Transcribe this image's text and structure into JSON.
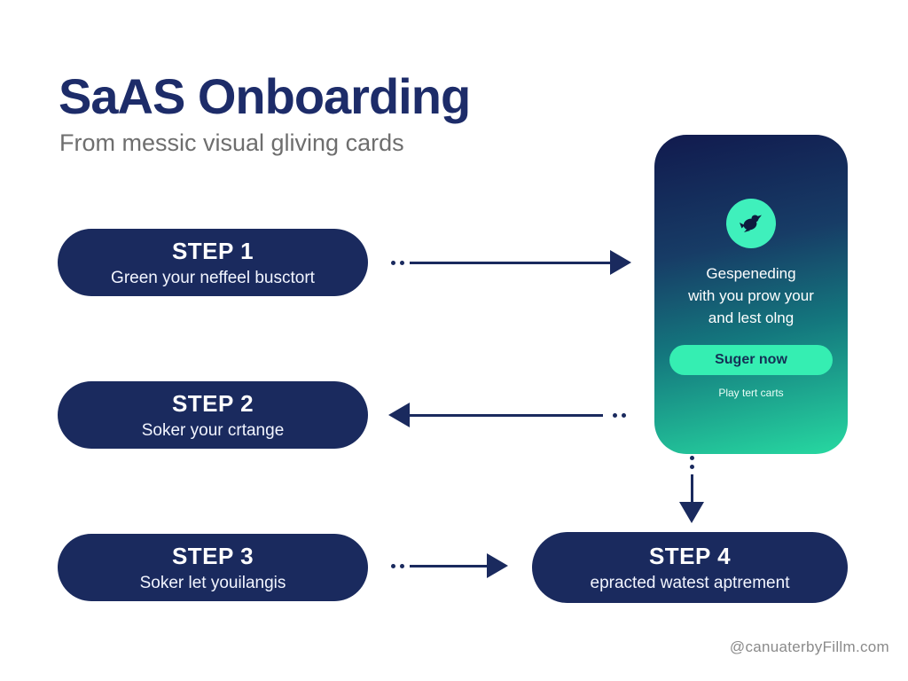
{
  "header": {
    "title": "SaAS Onboarding",
    "subtitle": "From messic visual gliving cards"
  },
  "steps": [
    {
      "label": "STEP 1",
      "description": "Green your neffeel busctort"
    },
    {
      "label": "STEP 2",
      "description": "Soker your crtange"
    },
    {
      "label": "STEP 3",
      "description": "Soker let youilangis"
    },
    {
      "label": "STEP 4",
      "description": "epracted watest aptrement"
    }
  ],
  "phone_card": {
    "icon": "bird-icon",
    "text_lines": {
      "0": "Gespeneding",
      "1": "with you prow your",
      "2": "and lest olng"
    },
    "button_label": "Suger now",
    "caption": "Play tert carts"
  },
  "footer": {
    "watermark": "@canuaterbyFillm.com"
  },
  "colors": {
    "navy": "#1a2a5e",
    "title_navy": "#1d2c69",
    "mint": "#3ff0bc",
    "button_mint": "#35eeb2",
    "card_gradient_top": "#111a4e",
    "card_gradient_bottom": "#27d9a1",
    "subtitle_gray": "#6e6e6e",
    "watermark_gray": "#8a8a8a"
  }
}
